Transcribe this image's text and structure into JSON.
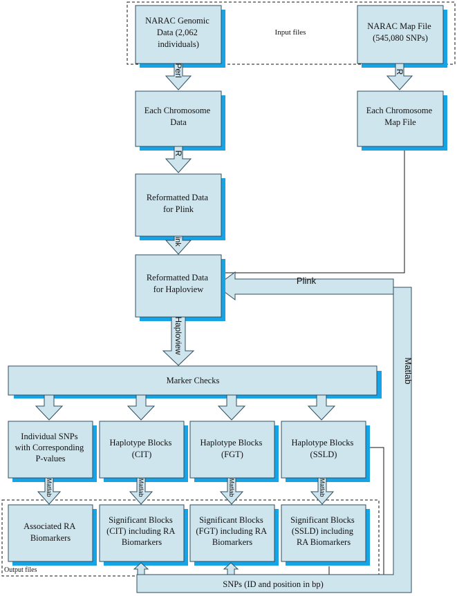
{
  "colors": {
    "box_fill": "#cfe5ee",
    "box_stroke": "#2c4c5c",
    "shadow": "#16a4e6",
    "arrow_fill": "#cfe5ee",
    "text": "#111111"
  },
  "groups": {
    "input_label": "Input files",
    "output_label": "Output files"
  },
  "boxes": {
    "narac_genomic": [
      "NARAC Genomic",
      "Data (2,062",
      "individuals)"
    ],
    "narac_map": [
      "NARAC Map File",
      "(545,080 SNPs)"
    ],
    "each_chrom_data": [
      "Each Chromosome",
      "Data"
    ],
    "each_chrom_map": [
      "Each Chromosome",
      "Map File"
    ],
    "reformat_plink": [
      "Reformatted Data",
      "for Plink"
    ],
    "reformat_haplo": [
      "Reformatted Data",
      "for Haploview"
    ],
    "marker_checks": [
      "Marker Checks"
    ],
    "individual_snps": [
      "Individual SNPs",
      "with Corresponding",
      "P-values"
    ],
    "haplo_cit": [
      "Haplotype Blocks",
      "(CIT)"
    ],
    "haplo_fgt": [
      "Haplotype Blocks",
      "(FGT)"
    ],
    "haplo_ssld": [
      "Haplotype Blocks",
      "(SSLD)"
    ],
    "assoc_ra": [
      "Associated RA",
      "Biomarkers"
    ],
    "sig_cit": [
      "Significant Blocks",
      "(CIT) including RA",
      "Biomarkers"
    ],
    "sig_fgt": [
      "Significant Blocks",
      "(FGT) including RA",
      "Biomarkers"
    ],
    "sig_ssld": [
      "Significant Blocks",
      "(SSLD) including",
      "RA Biomarkers"
    ],
    "snps_bar": [
      "SNPs (ID and position in bp)"
    ]
  },
  "edges": {
    "perl": "Perl",
    "r1": "R",
    "r2": "R",
    "plink1": "Plink",
    "plink2": "Plink",
    "haploview": "Haploview",
    "matlab_main": "Matlab",
    "matlab_small": "Matlab"
  }
}
